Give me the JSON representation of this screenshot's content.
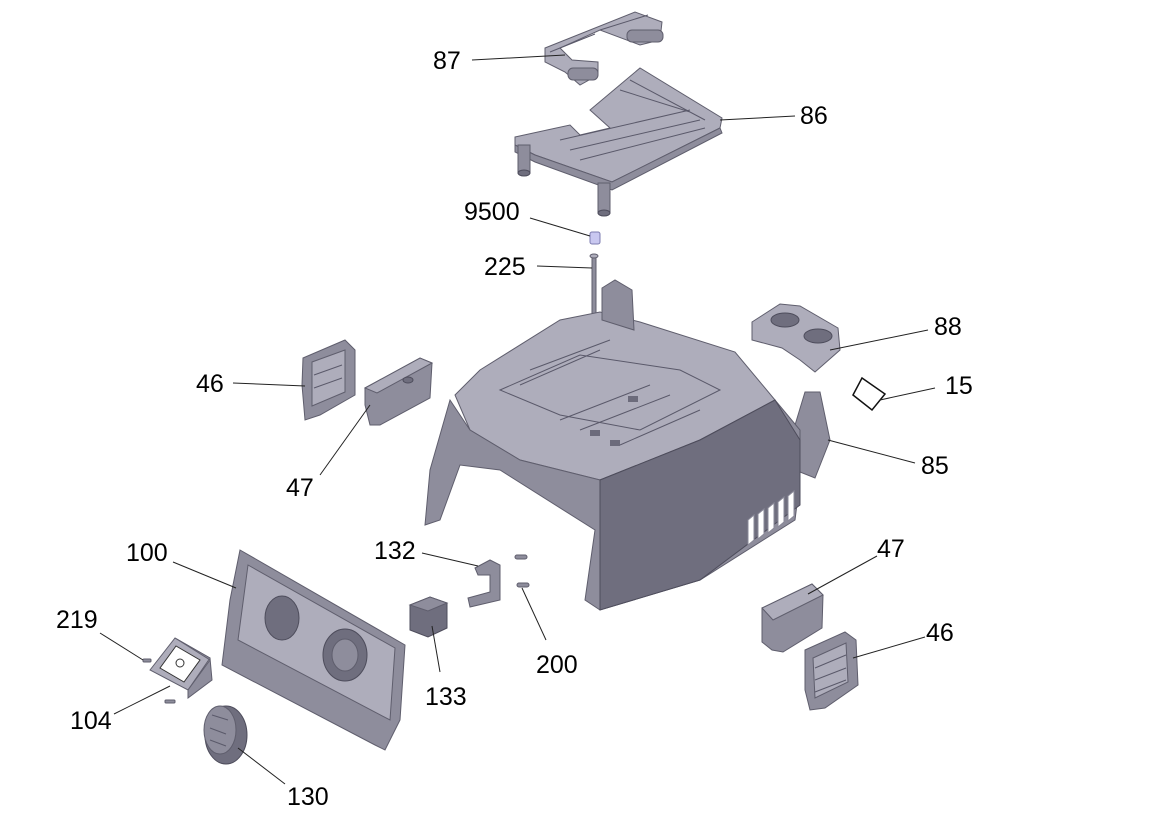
{
  "diagram": {
    "callouts": [
      {
        "id": "c87",
        "label": "87"
      },
      {
        "id": "c86",
        "label": "86"
      },
      {
        "id": "c9500",
        "label": "9500"
      },
      {
        "id": "c225",
        "label": "225"
      },
      {
        "id": "c88",
        "label": "88"
      },
      {
        "id": "c15",
        "label": "15"
      },
      {
        "id": "c85",
        "label": "85"
      },
      {
        "id": "c46a",
        "label": "46"
      },
      {
        "id": "c47a",
        "label": "47"
      },
      {
        "id": "c132",
        "label": "132"
      },
      {
        "id": "c100",
        "label": "100"
      },
      {
        "id": "c219",
        "label": "219"
      },
      {
        "id": "c104",
        "label": "104"
      },
      {
        "id": "c133",
        "label": "133"
      },
      {
        "id": "c200",
        "label": "200"
      },
      {
        "id": "c130",
        "label": "130"
      },
      {
        "id": "c47b",
        "label": "47"
      },
      {
        "id": "c46b",
        "label": "46"
      }
    ],
    "colors": {
      "part_fill": "#8e8d9c",
      "part_highlight": "#aeadbb",
      "part_shadow": "#6f6e7e",
      "leader_line": "#222222",
      "label_text": "#000000",
      "background": "#ffffff"
    }
  }
}
